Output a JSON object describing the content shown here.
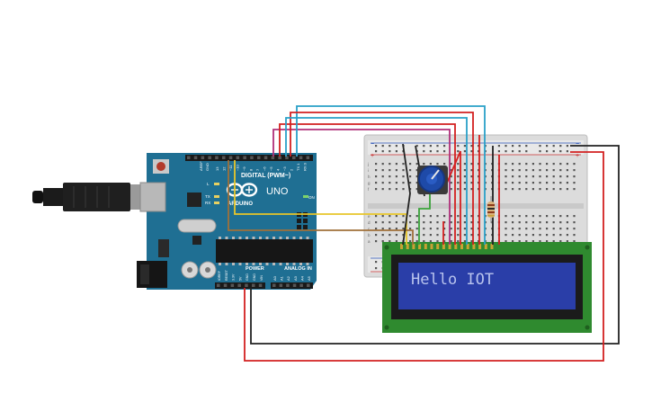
{
  "arduino": {
    "brand": "ARDUINO",
    "model": "UNO",
    "digital_label": "DIGITAL (PWM~)",
    "power_label": "POWER",
    "analog_label": "ANALOG IN",
    "on_label": "ON",
    "l_label": "L",
    "tx_label": "TX",
    "rx_label": "RX",
    "aref_label": "AREF",
    "gnd_label": "GND",
    "digital_pins": [
      "13",
      "12",
      "~11",
      "~10",
      "~9",
      "8",
      "7",
      "~6",
      "~5",
      "4",
      "~3",
      "2",
      "TX 1",
      "RX 0"
    ],
    "power_pins": [
      "IOREF",
      "RESET",
      "3.3V",
      "5V",
      "GND",
      "GND",
      "VIN"
    ],
    "analog_pins": [
      "A0",
      "A1",
      "A2",
      "A3",
      "A4",
      "A5"
    ]
  },
  "lcd": {
    "text": "Hello IOT"
  },
  "breadboard": {
    "rail_plus": "+",
    "rail_minus": "−",
    "row_letters_top": [
      "j",
      "i",
      "h",
      "g",
      "f"
    ],
    "row_letters_bottom": [
      "e",
      "d",
      "c",
      "b",
      "a"
    ]
  },
  "colors": {
    "arduino_board": "#1f6f93",
    "lcd_pcb": "#2f8a2f",
    "lcd_screen": "#2a3ea8",
    "lcd_text": "#b9c4ee",
    "wire_red": "#d32020",
    "wire_black": "#222222",
    "wire_magenta": "#b0307a",
    "wire_blue": "#2aa0c8",
    "wire_yellow": "#e8c62a",
    "wire_brown": "#a0703a",
    "wire_green": "#3aa33a",
    "pot_knob": "#1e4aa8"
  }
}
